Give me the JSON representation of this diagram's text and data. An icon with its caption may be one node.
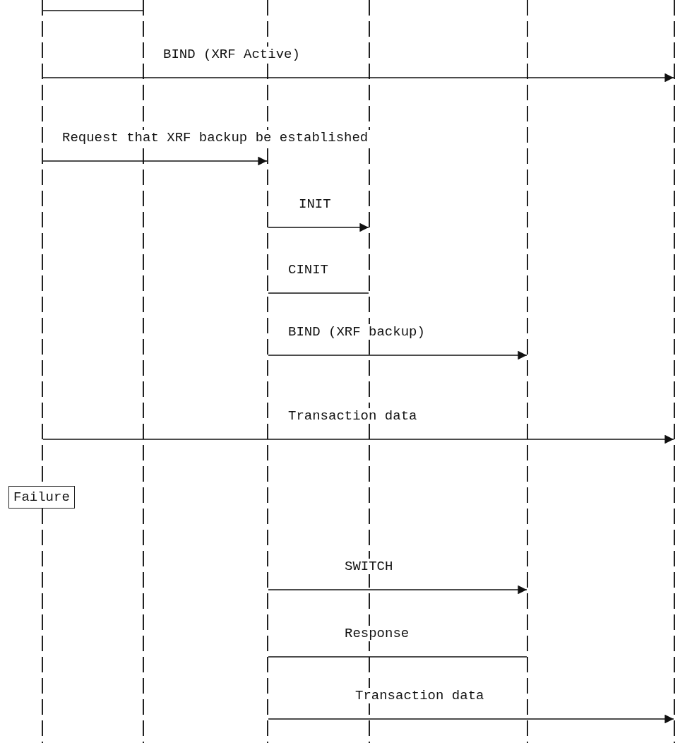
{
  "diagram": {
    "nodes": [
      {
        "text": [],
        "shape": "line"
      },
      {
        "text": [],
        "shape": "line"
      },
      {
        "text": [],
        "shape": "line"
      },
      {
        "text": [],
        "shape": "line"
      },
      {
        "text": [],
        "shape": "line"
      },
      {
        "text": [],
        "shape": "line"
      },
      {
        "text": [
          "Failure"
        ]
      }
    ],
    "edges": [
      {
        "from": 0,
        "to": 1,
        "arrow": "none"
      },
      {
        "from": 0,
        "to": 5,
        "arrow": "to",
        "label": "BIND (XRF Active)"
      },
      {
        "from": 0,
        "to": 2,
        "arrow": "to",
        "label": "Request that XRF backup be established"
      },
      {
        "from": 2,
        "to": 3,
        "arrow": "to",
        "label": "INIT"
      },
      {
        "from": 2,
        "to": 3,
        "arrow": "none",
        "label": "CINIT"
      },
      {
        "from": 2,
        "to": 4,
        "arrow": "to",
        "label": "BIND (XRF backup)"
      },
      {
        "from": 0,
        "to": 5,
        "arrow": "to",
        "label": "Transaction data"
      },
      {
        "from": 2,
        "to": 4,
        "arrow": "to",
        "label": "SWITCH"
      },
      {
        "from": 2,
        "to": 4,
        "arrow": "none",
        "label": "Response"
      },
      {
        "from": 2,
        "to": 5,
        "arrow": "to",
        "label": "Transaction data"
      }
    ]
  }
}
